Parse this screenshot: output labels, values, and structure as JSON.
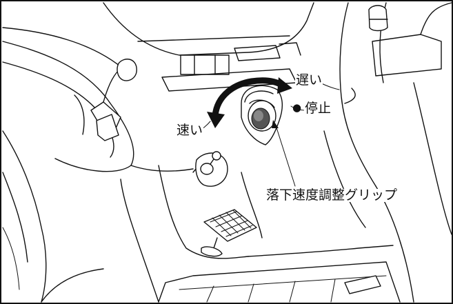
{
  "diagram": {
    "labels": {
      "slow": "遅い",
      "stop": "停止",
      "fast": "速い",
      "grip": "落下速度調整グリップ"
    },
    "stop_marker": "●"
  }
}
